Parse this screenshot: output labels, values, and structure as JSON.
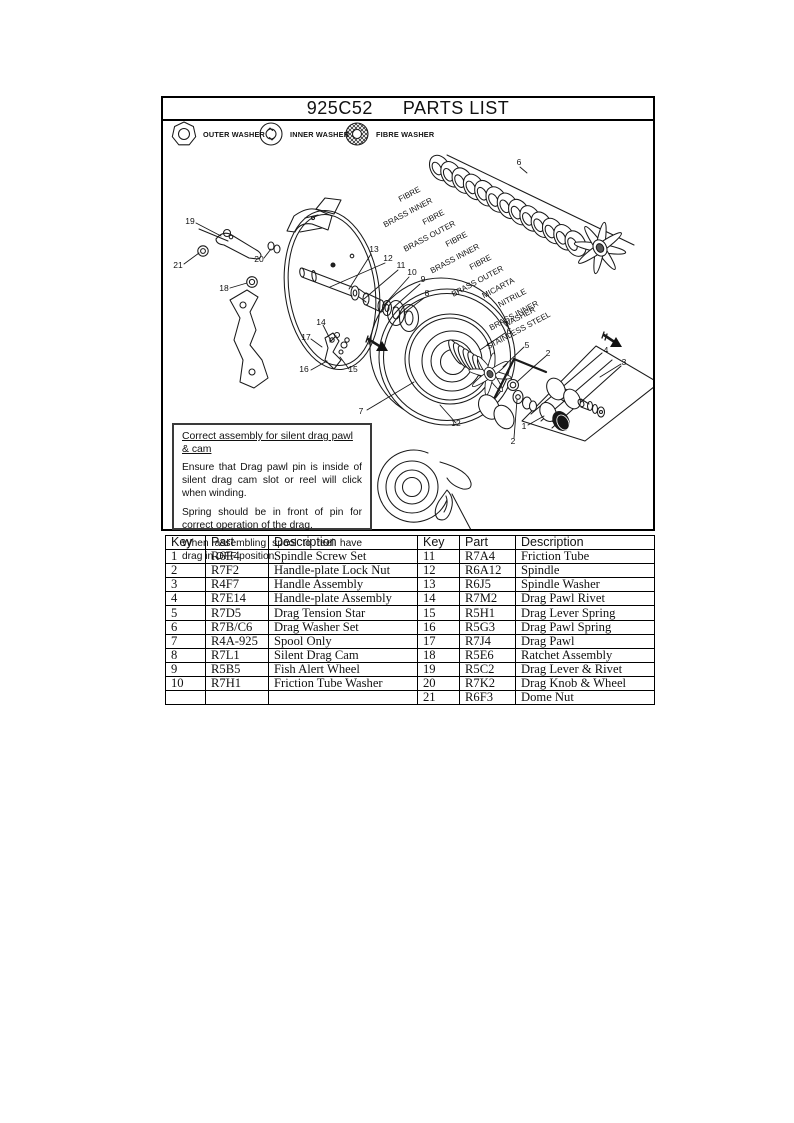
{
  "title": {
    "model": "925C52",
    "label": "PARTS LIST"
  },
  "legend": {
    "items": [
      {
        "icon": "outer-washer-icon",
        "label": "OUTER WASHER"
      },
      {
        "icon": "inner-washer-icon",
        "label": "INNER WASHER"
      },
      {
        "icon": "fibre-washer-icon",
        "label": "FIBRE WASHER"
      }
    ]
  },
  "diagram": {
    "stack_labels": [
      "FIBRE",
      "BRASS INNER",
      "FIBRE",
      "BRASS OUTER",
      "FIBRE",
      "BRASS INNER",
      "FIBRE",
      "BRASS OUTER",
      "MICARTA",
      "NITRILE",
      "BRASS INNER",
      "STAINLESS STEEL"
    ],
    "washer_label": "WASHER",
    "callouts": [
      "19",
      "21",
      "20",
      "18",
      "13",
      "12",
      "11",
      "10",
      "9",
      "8",
      "14",
      "17",
      "16",
      "15",
      "7",
      "12",
      "6",
      "6",
      "5",
      "2",
      "4",
      "3",
      "1",
      "2"
    ]
  },
  "note": {
    "title": "Correct assembly for silent drag pawl & cam",
    "paragraphs": [
      "Ensure that Drag pawl pin is inside of silent drag cam slot or reel will click when winding.",
      "Spring should be in front of pin for correct operation of the drag.",
      "When assembling spool to reel have drag in OFF position."
    ]
  },
  "table": {
    "headers": [
      "Key",
      "Part",
      "Description",
      "Key",
      "Part",
      "Description"
    ],
    "rows": [
      [
        "1",
        "R6E4",
        "Spindle Screw Set",
        "11",
        "R7A4",
        "Friction Tube"
      ],
      [
        "2",
        "R7F2",
        "Handle-plate Lock Nut",
        "12",
        "R6A12",
        "Spindle"
      ],
      [
        "3",
        "R4F7",
        "Handle Assembly",
        "13",
        "R6J5",
        "Spindle Washer"
      ],
      [
        "4",
        "R7E14",
        "Handle-plate Assembly",
        "14",
        "R7M2",
        "Drag Pawl Rivet"
      ],
      [
        "5",
        "R7D5",
        "Drag Tension Star",
        "15",
        "R5H1",
        "Drag Lever Spring"
      ],
      [
        "6",
        "R7B/C6",
        "Drag Washer Set",
        "16",
        "R5G3",
        "Drag Pawl Spring"
      ],
      [
        "7",
        "R4A-925",
        "Spool Only",
        "17",
        "R7J4",
        "Drag Pawl"
      ],
      [
        "8",
        "R7L1",
        "Silent Drag Cam",
        "18",
        "R5E6",
        "Ratchet Assembly"
      ],
      [
        "9",
        "R5B5",
        "Fish Alert Wheel",
        "19",
        "R5C2",
        "Drag Lever & Rivet"
      ],
      [
        "10",
        "R7H1",
        "Friction Tube Washer",
        "20",
        "R7K2",
        "Drag Knob & Wheel"
      ],
      [
        "",
        "",
        "",
        "21",
        "R6F3",
        "Dome Nut"
      ]
    ]
  }
}
